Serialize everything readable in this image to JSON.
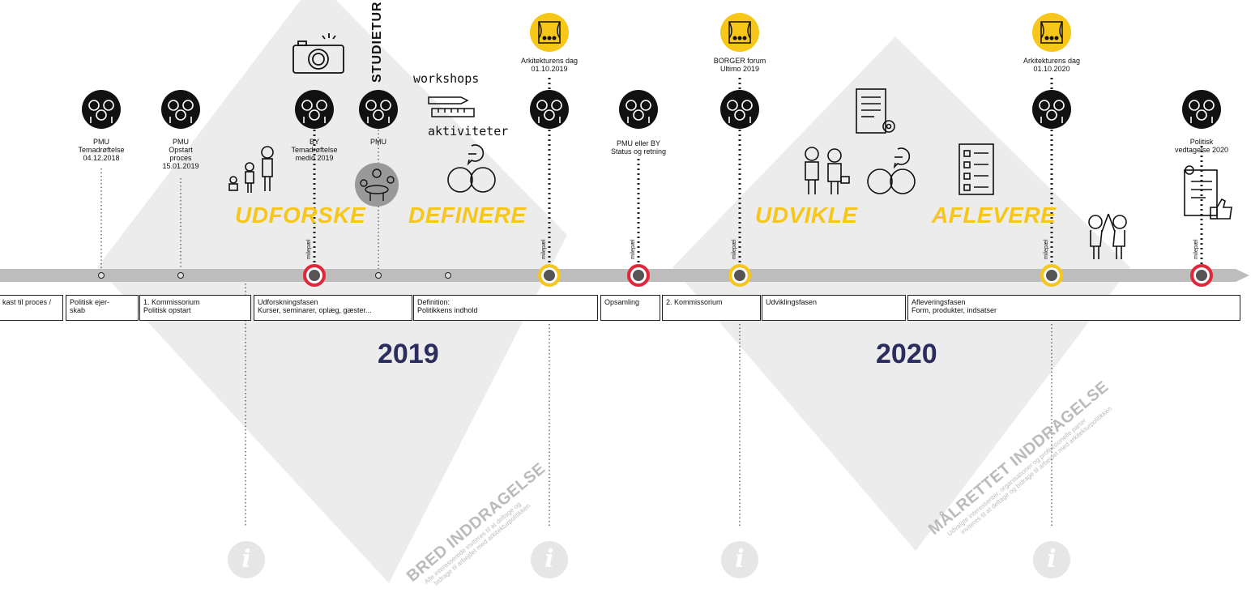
{
  "colors": {
    "yellow": "#f6c719",
    "red": "#e0283a",
    "navy": "#2a2d5e",
    "grey": "#bdbdbd",
    "bg_shape": "#ececec"
  },
  "phases": [
    "UDFORSKE",
    "DEFINERE",
    "UDVIKLE",
    "AFLEVERE"
  ],
  "years": [
    "2019",
    "2020"
  ],
  "top_labels": {
    "pmu1": "PMU\nTemadrøftelse\n04.12.2018",
    "pmu2": "PMU\nOpstart\nproces\n15.01.2019",
    "by1": "BY\nTemadrøftelse\nmedio 2019",
    "pmu3": "PMU",
    "studietur": "STUDIETUR",
    "workshops": "workshops",
    "aktiviteter": "aktiviteter",
    "arkdag1": "Arkitekturens dag\n01.10.2019",
    "pmu_by": "PMU eller BY\nStatus og retning",
    "borger": "BORGER forum\nUltimo 2019",
    "arkdag2": "Arkitekturens dag\n01.10.2020",
    "politisk": "Politisk\nvedtagelse 2020"
  },
  "milepael": "milepæl",
  "boxes": [
    "kast til proces /",
    "Politisk ejer-\nskab",
    "1. Kommissorium\nPolitisk opstart",
    "Udforskningsfasen\nKurser, seminarer, oplæg, gæster...",
    "Definition:\nPolitikkens indhold",
    "Opsamling",
    "2. Kommissorium",
    "Udviklingsfasen",
    "Afleveringsfasen\nForm, produkter, indsatser"
  ],
  "bred": {
    "title": "BRED INDDRAGELSE",
    "sub1": "Alle interesserede inviteres til at deltage og",
    "sub2": "bidrage til arbejdet med arkitekturpolitikken"
  },
  "maal": {
    "title": "MÅLRETTET INDDRAGELSE",
    "sub1": "Udvalgte interessenter, organisationer og professionelle parter",
    "sub2": "inviteres til at deltage og bidrage til arbejdet med arkitekturpolitikken"
  },
  "info_glyph": "i",
  "icons": [
    "group-icon",
    "camera-icon",
    "pencil-ruler-icon",
    "faces-icon",
    "theatre-icon",
    "document-gear-icon",
    "checklist-icon",
    "thumbs-up-icon",
    "info-icon",
    "family-icon",
    "workers-icon",
    "high-five-icon"
  ]
}
